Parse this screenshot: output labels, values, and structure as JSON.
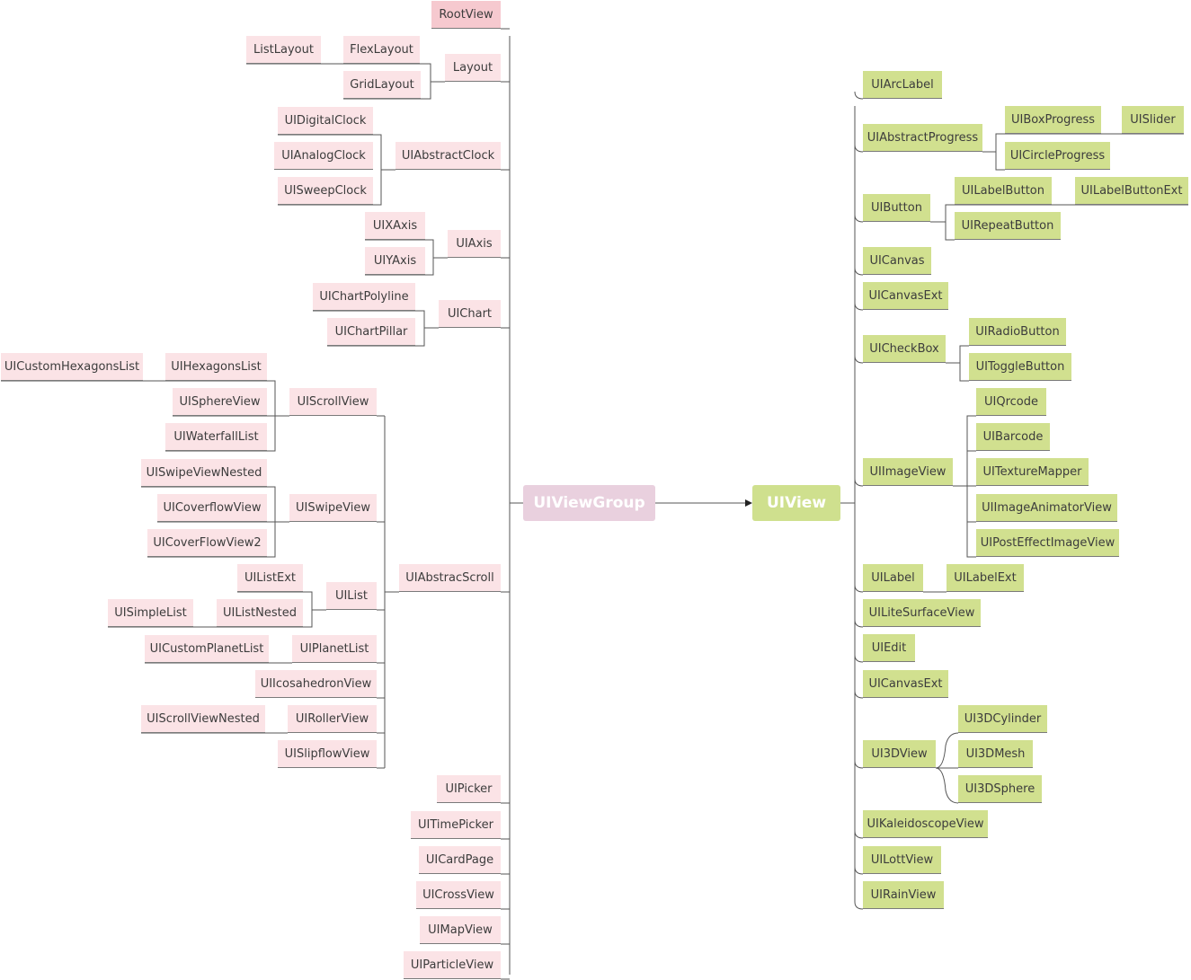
{
  "left_tree": {
    "root": "UIViewGroup",
    "nodes": {
      "RootView": "RootView",
      "Layout": "Layout",
      "FlexLayout": "FlexLayout",
      "ListLayout": "ListLayout",
      "GridLayout": "GridLayout",
      "UIAbstractClock": "UIAbstractClock",
      "UIDigitalClock": "UIDigitalClock",
      "UIAnalogClock": "UIAnalogClock",
      "UISweepClock": "UISweepClock",
      "UIAxis": "UIAxis",
      "UIXAxis": "UIXAxis",
      "UIYAxis": "UIYAxis",
      "UIChart": "UIChart",
      "UIChartPolyline": "UIChartPolyline",
      "UIChartPillar": "UIChartPillar",
      "UIAbstracScroll": "UIAbstracScroll",
      "UIScrollView": "UIScrollView",
      "UIHexagonsList": "UIHexagonsList",
      "UICustomHexagonsList": "UICustomHexagonsList",
      "UISphereView": "UISphereView",
      "UIWaterfallList": "UIWaterfallList",
      "UISwipeView": "UISwipeView",
      "UISwipeViewNested": "UISwipeViewNested",
      "UICoverflowView": "UICoverflowView",
      "UICoverFlowView2": "UICoverFlowView2",
      "UIList": "UIList",
      "UIListExt": "UIListExt",
      "UIListNested": "UIListNested",
      "UISimpleList": "UISimpleList",
      "UIPlanetList": "UIPlanetList",
      "UICustomPlanetList": "UICustomPlanetList",
      "UIIcosahedronView": "UIIcosahedronView",
      "UIRollerView": "UIRollerView",
      "UIScrollViewNested": "UIScrollViewNested",
      "UISlipflowView": "UISlipflowView",
      "UIPicker": "UIPicker",
      "UITimePicker": "UITimePicker",
      "UICardPage": "UICardPage",
      "UICrossView": "UICrossView",
      "UIMapView": "UIMapView",
      "UIParticleView": "UIParticleView"
    }
  },
  "right_tree": {
    "root": "UIView",
    "nodes": {
      "UIArcLabel": "UIArcLabel",
      "UIAbstractProgress": "UIAbstractProgress",
      "UIBoxProgress": "UIBoxProgress",
      "UISlider": "UISlider",
      "UICircleProgress": "UICircleProgress",
      "UIButton": "UIButton",
      "UILabelButton": "UILabelButton",
      "UILabelButtonExt": "UILabelButtonExt",
      "UIRepeatButton": "UIRepeatButton",
      "UICanvas": "UICanvas",
      "UICanvasExt": "UICanvasExt",
      "UICheckBox": "UICheckBox",
      "UIRadioButton": "UIRadioButton",
      "UIToggleButton": "UIToggleButton",
      "UIImageView": "UIImageView",
      "UIQrcode": "UIQrcode",
      "UIBarcode": "UIBarcode",
      "UITextureMapper": "UITextureMapper",
      "UIImageAnimatorView": "UIImageAnimatorView",
      "UIPostEffectImageView": "UIPostEffectImageView",
      "UILabel": "UILabel",
      "UILabelExt": "UILabelExt",
      "UILiteSurfaceView": "UILiteSurfaceView",
      "UIEdit": "UIEdit",
      "UICanvasExt2": "UICanvasExt",
      "UI3DView": "UI3DView",
      "UI3DCylinder": "UI3DCylinder",
      "UI3DMesh": "UI3DMesh",
      "UI3DSphere": "UI3DSphere",
      "UIKaleidoscopeView": "UIKaleidoscopeView",
      "UILottView": "UILottView",
      "UIRainView": "UIRainView"
    }
  },
  "colors": {
    "left_node_fill": "#fbe3e6",
    "root_view_fill": "#f6c9cf",
    "left_hub_fill": "#e9d0de",
    "right_node_fill": "#d1e08f",
    "right_hub_fill": "#cfe08e",
    "connector": "#555555"
  }
}
